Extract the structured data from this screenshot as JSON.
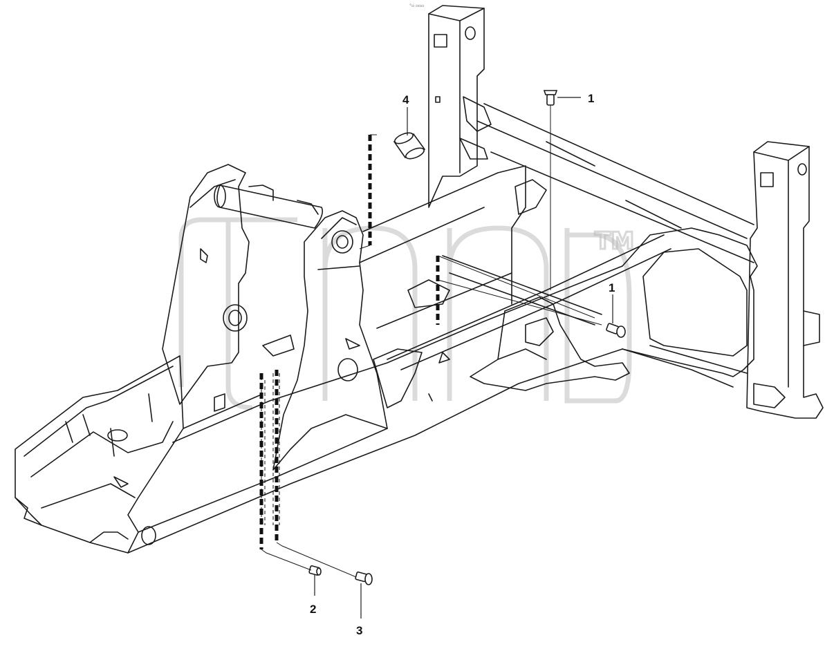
{
  "diagram": {
    "callouts": [
      "1",
      "1",
      "2",
      "3",
      "4"
    ],
    "watermark": {
      "text": "",
      "trademark": "TM"
    },
    "corner_marker": "°▫ ▫▫▫"
  }
}
